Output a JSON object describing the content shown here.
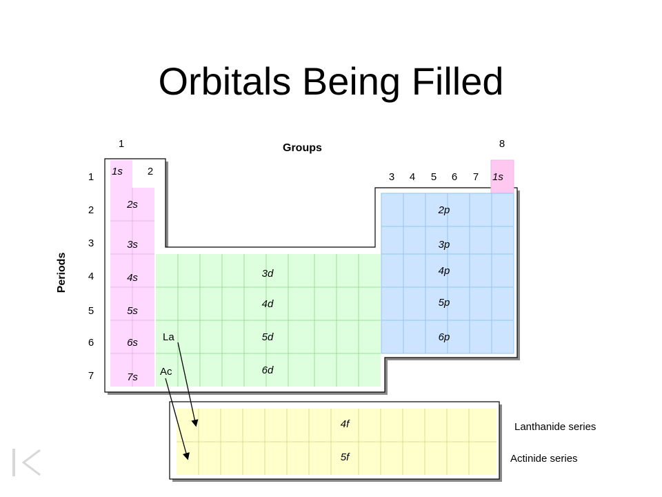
{
  "title": "Orbitals Being Filled",
  "groups_label": "Groups",
  "periods_label": "Periods",
  "group_numbers": {
    "g1": "1",
    "g2": "2",
    "g8": "8",
    "g3": "3",
    "g4": "4",
    "g5": "5",
    "g6": "6",
    "g7": "7",
    "g8_orbital": "1s"
  },
  "period_numbers": [
    "1",
    "2",
    "3",
    "4",
    "5",
    "6",
    "7"
  ],
  "s_block": [
    "1s",
    "2s",
    "3s",
    "4s",
    "5s",
    "6s",
    "7s"
  ],
  "p_block": [
    "2p",
    "3p",
    "4p",
    "5p",
    "6p"
  ],
  "d_block": [
    "3d",
    "4d",
    "5d",
    "6d"
  ],
  "f_block": [
    "4f",
    "5f"
  ],
  "element_labels": {
    "la": "La",
    "ac": "Ac"
  },
  "series_labels": {
    "lanthanide": "Lanthanide series",
    "actinide": "Actinide series"
  },
  "colors": {
    "s_block": "#ffd8ff",
    "p_block": "#cce4ff",
    "d_block": "#ddffdd",
    "f_block": "#ffffcc",
    "grid_s": "#e8b8e8",
    "grid_p": "#8fc4ee",
    "grid_d": "#99e099",
    "grid_f": "#dddd99"
  }
}
